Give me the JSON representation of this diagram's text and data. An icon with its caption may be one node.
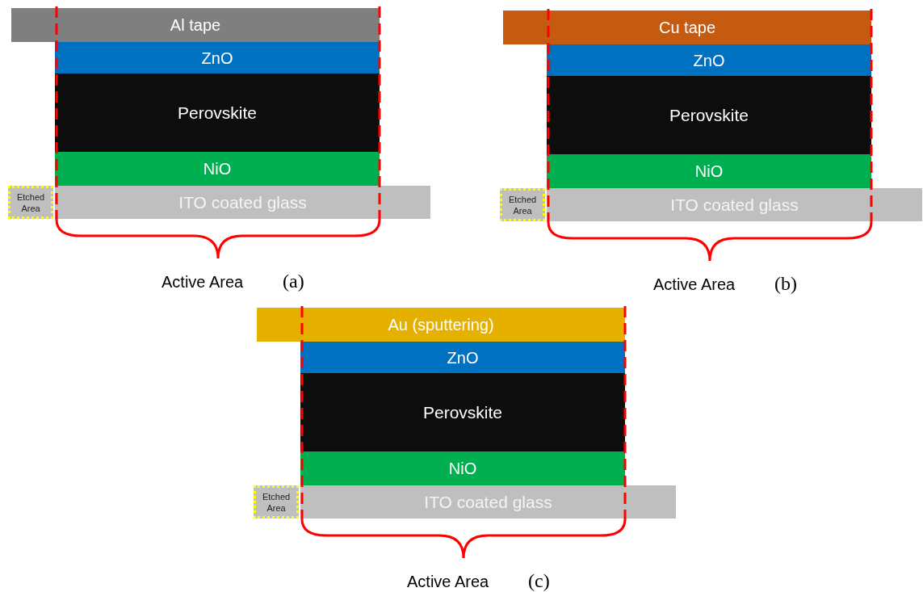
{
  "diagram": {
    "nodes": [
      {
        "text": [
          "Al tape"
        ]
      },
      {
        "text": [
          "ZnO"
        ]
      },
      {
        "text": [
          "Perovskite"
        ]
      },
      {
        "text": [
          "NiO"
        ]
      },
      {
        "text": [
          "ITO coated glass"
        ]
      },
      {
        "text": [
          "Etched Area"
        ]
      },
      {
        "text": [
          "Cu tape"
        ]
      },
      {
        "text": [
          "ZnO"
        ]
      },
      {
        "text": [
          "Perovskite"
        ]
      },
      {
        "text": [
          "NiO"
        ]
      },
      {
        "text": [
          "ITO coated glass"
        ]
      },
      {
        "text": [
          "Etched Area"
        ]
      },
      {
        "text": [
          "Au (sputtering)"
        ]
      },
      {
        "text": [
          "ZnO"
        ]
      },
      {
        "text": [
          "Perovskite"
        ]
      },
      {
        "text": [
          "NiO"
        ]
      },
      {
        "text": [
          "ITO coated glass"
        ]
      },
      {
        "text": [
          "Etched Area"
        ]
      }
    ],
    "edges": [],
    "labels": [
      "Active Area",
      "(a)",
      "Active Area",
      "(b)",
      "Active Area",
      "(c)"
    ]
  }
}
